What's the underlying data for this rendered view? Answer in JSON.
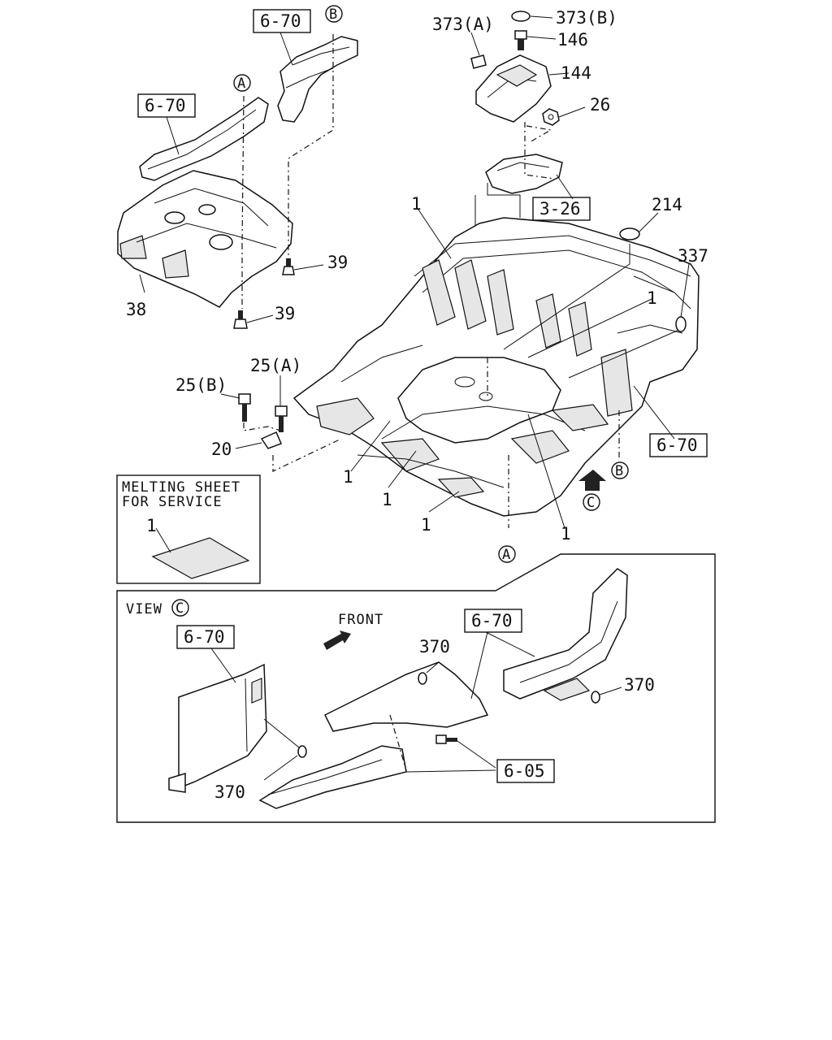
{
  "callouts": {
    "c_6_70_top": "6-70",
    "c_6_70_left": "6-70",
    "c_6_70_right": "6-70",
    "c_6_70_viewleft": "6-70",
    "c_6_70_viewmid": "6-70",
    "c_6_05": "6-05",
    "c_3_26": "3-26"
  },
  "parts": {
    "p373a": "373(A)",
    "p373b": "373(B)",
    "p146": "146",
    "p144": "144",
    "p26": "26",
    "p214": "214",
    "p337": "337",
    "p1_a": "1",
    "p1_b": "1",
    "p1_c": "1",
    "p1_d": "1",
    "p1_e": "1",
    "p1_f": "1",
    "p1_sheet": "1",
    "p39_a": "39",
    "p39_b": "39",
    "p38": "38",
    "p25a": "25(A)",
    "p25b": "25(B)",
    "p20": "20",
    "p370_a": "370",
    "p370_b": "370",
    "p370_c": "370"
  },
  "markers": {
    "A_top": "A",
    "B_top": "B",
    "A_bottom": "A",
    "B_right": "B",
    "C_main": "C",
    "C_view": "C"
  },
  "melting_box": {
    "line1": "MELTING SHEET",
    "line2": "FOR SERVICE"
  },
  "view_panel": {
    "title": "VIEW",
    "front": "FRONT"
  }
}
